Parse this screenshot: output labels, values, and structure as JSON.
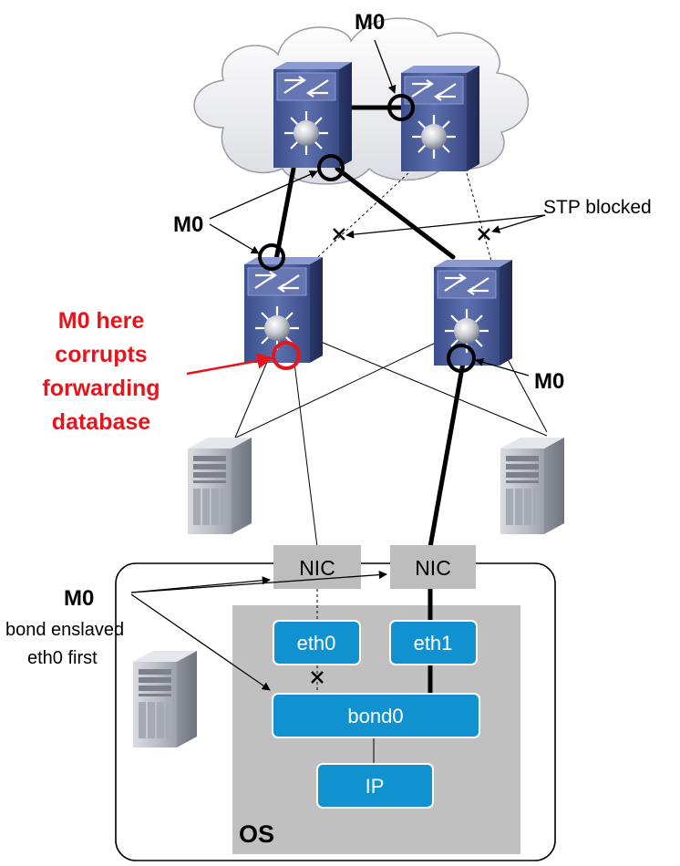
{
  "labels": {
    "m0_top": "M0",
    "m0_left_upper": "M0",
    "m0_right_mid": "M0",
    "stp_blocked": "STP blocked",
    "red_note_line1": "M0 here",
    "red_note_line2": "corrupts",
    "red_note_line3": "forwarding",
    "red_note_line4": "database",
    "m0_bottom": "M0",
    "bond_note_line1": "bond enslaved",
    "bond_note_line2": "eth0 first",
    "nic_left": "NIC",
    "nic_right": "NIC",
    "eth0": "eth0",
    "eth1": "eth1",
    "bond0": "bond0",
    "ip": "IP",
    "os": "OS"
  },
  "colors": {
    "red": "#e8141c",
    "blue_box": "#0f92cf",
    "os_gray": "#c0c0c0",
    "nic_gray": "#bdbdbd",
    "switch_blue": "#4a5f9c",
    "cloud_fill": "#ececef"
  },
  "icons": {
    "switch": "network-switch-icon",
    "server": "server-tower-icon",
    "cloud": "cloud-icon",
    "block": "x-mark-icon"
  }
}
